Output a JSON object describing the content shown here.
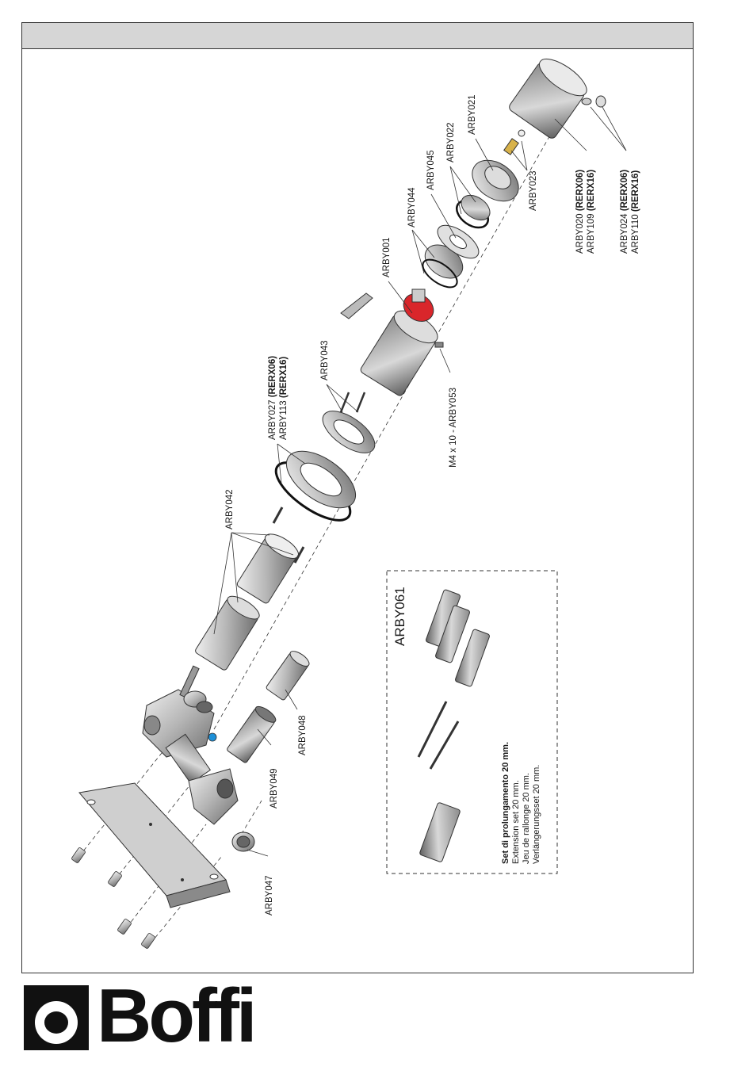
{
  "labels": {
    "arby021": "ARBY021",
    "arby022": "ARBY022",
    "arby045": "ARBY045",
    "arby044": "ARBY044",
    "arby001": "ARBY001",
    "arby023": "ARBY023",
    "arby043": "ARBY043",
    "arby027_code": "ARBY027",
    "arby027_model": "(RERX06)",
    "arby113_code": "ARBY113",
    "arby113_model": "(RERX16)",
    "arby042": "ARBY042",
    "m4_screw": "M4 x 10 - ARBY053",
    "arby048": "ARBY048",
    "arby049": "ARBY049",
    "arby047": "ARBY047",
    "arby020_code": "ARBY020",
    "arby020_model": "(RERX06)",
    "arby109_code": "ARBY109",
    "arby109_model": "(RERX16)",
    "arby024_code": "ARBY024",
    "arby024_model": "(RERX06)",
    "arby110_code": "ARBY110",
    "arby110_model": "(RERX16)"
  },
  "kit": {
    "code": "ARBY061",
    "title": "Set di prolungamento 20 mm.",
    "line_en": "Extension set 20 mm.",
    "line_fr": "Jeu de rallonge 20 mm.",
    "line_de": "Verlängerungsset 20 mm."
  },
  "brand": {
    "name": "Boffi"
  },
  "colors": {
    "header_bar": "#d6d6d6",
    "metal": "#b8b8b8",
    "red_cartridge": "#d9262b",
    "brass": "#d8b24a",
    "blue_dot": "#1e90d8"
  }
}
